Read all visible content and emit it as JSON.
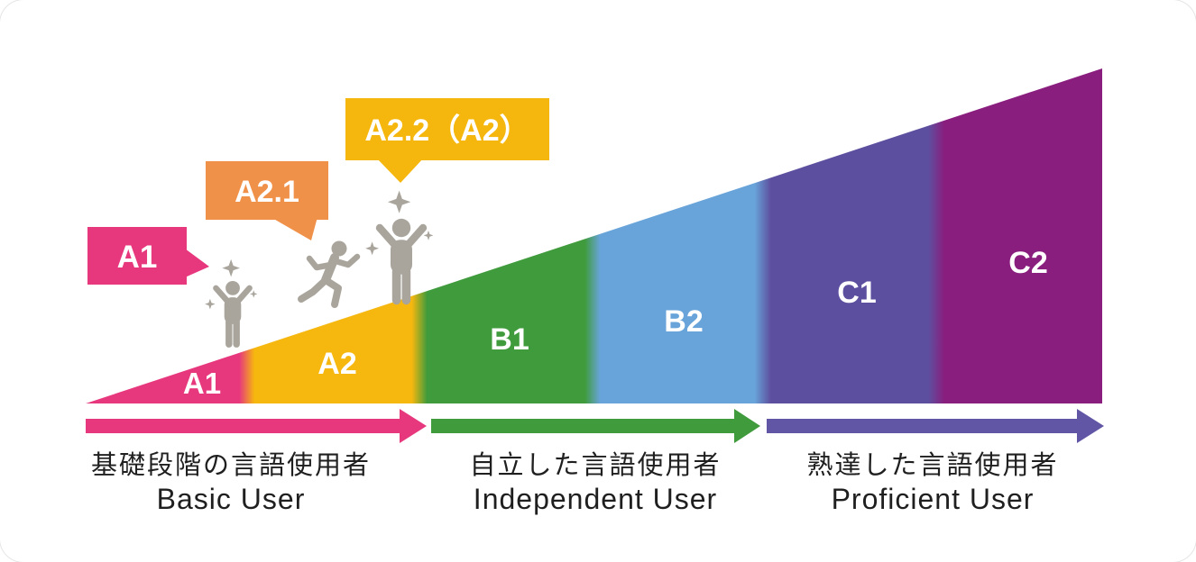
{
  "levels": [
    {
      "label": "A1",
      "color": "#e7387e"
    },
    {
      "label": "A2",
      "color": "#f6b70f"
    },
    {
      "label": "B1",
      "color": "#3f9b3c"
    },
    {
      "label": "B2",
      "color": "#68a4d9"
    },
    {
      "label": "C1",
      "color": "#5d4f9f"
    },
    {
      "label": "C2",
      "color": "#8a1e7e"
    }
  ],
  "callouts": [
    {
      "label": "A1",
      "color": "#e7387e"
    },
    {
      "label": "A2.1",
      "color": "#f0914a"
    },
    {
      "label": "A2.2（A2）",
      "color": "#f5b70d"
    }
  ],
  "stages": [
    {
      "jp": "基礎段階の言語使用者",
      "en": "Basic User",
      "arrow_color": "#e7387e"
    },
    {
      "jp": "自立した言語使用者",
      "en": "Independent User",
      "arrow_color": "#3f9b3c"
    },
    {
      "jp": "熟達した言語使用者",
      "en": "Proficient User",
      "arrow_color": "#6156a6"
    }
  ],
  "figure_color": "#a9a59c"
}
